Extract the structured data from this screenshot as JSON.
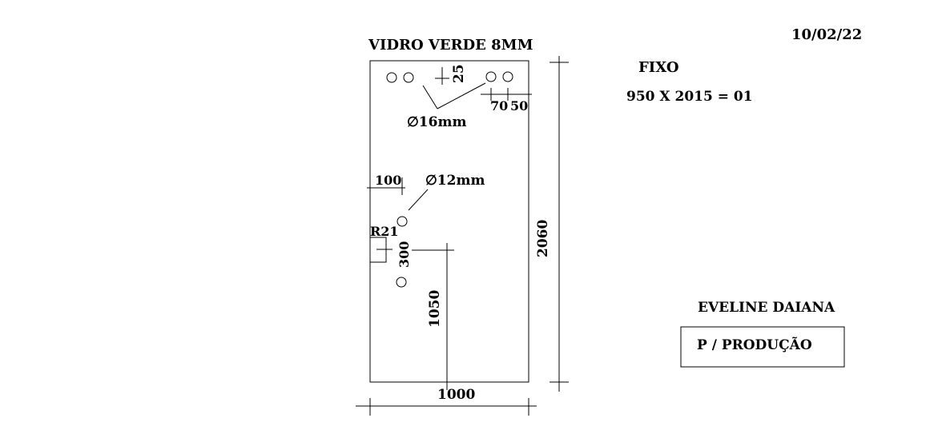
{
  "date": "10/02/22",
  "glass_title": "VIDRO VERDE 8MM",
  "piece_type": "FIXO",
  "piece_spec": "950 X 2015 = 01",
  "dimensions": {
    "width": "1000",
    "height": "2060",
    "top_hole_offset": "25",
    "side_offset_a": "70",
    "side_offset_b": "50",
    "side_hole_offset": "100",
    "notch_radius": "R21",
    "hole_spacing": "300",
    "notch_height": "1050"
  },
  "holes": {
    "large_label": "∅16mm",
    "small_label": "∅12mm"
  },
  "client_name": "EVELINE DAIANA",
  "destination": "P / PRODUÇÃO"
}
